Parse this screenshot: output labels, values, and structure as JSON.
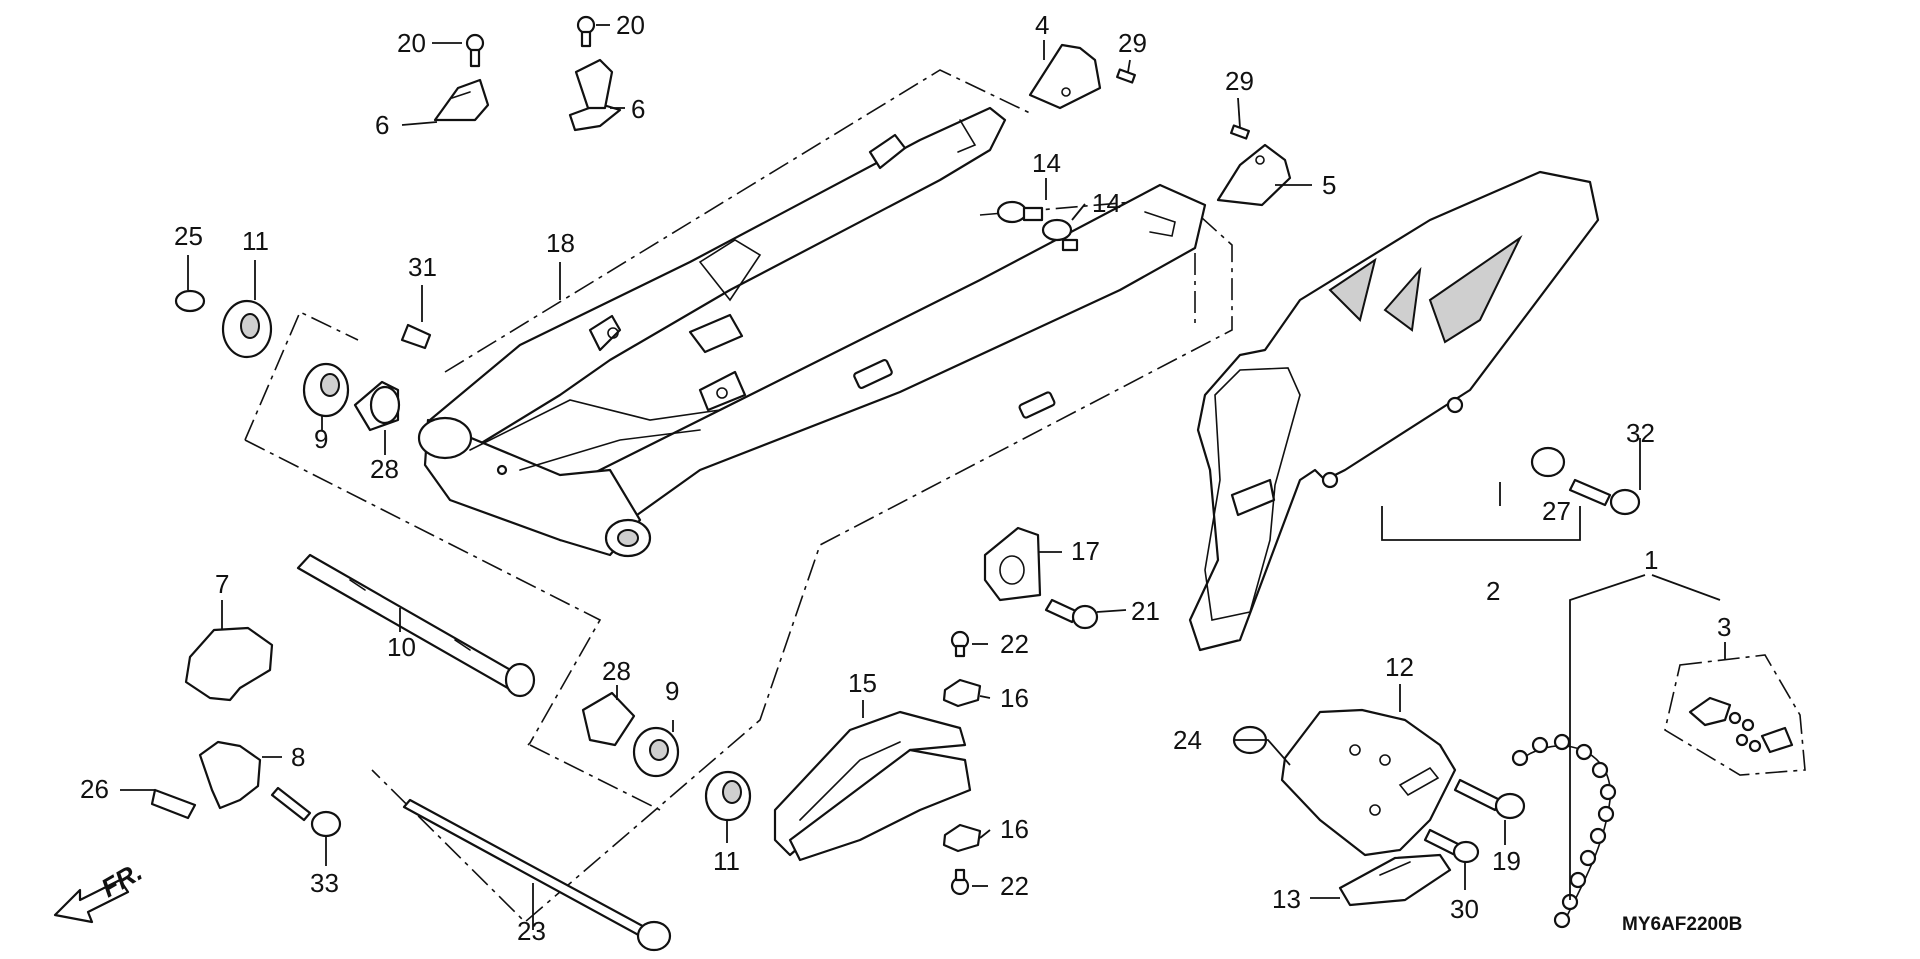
{
  "diagram": {
    "code": "MY6AF2200B",
    "front_label": "FR.",
    "callouts": {
      "c1": "1",
      "c2": "2",
      "c3": "3",
      "c4": "4",
      "c5": "5",
      "c6a": "6",
      "c6b": "6",
      "c7": "7",
      "c8": "8",
      "c9a": "9",
      "c9b": "9",
      "c10": "10",
      "c11a": "11",
      "c11b": "11",
      "c12": "12",
      "c13": "13",
      "c14a": "14",
      "c14b": "14",
      "c15": "15",
      "c16a": "16",
      "c16b": "16",
      "c17": "17",
      "c18": "18",
      "c19": "19",
      "c20a": "20",
      "c20b": "20",
      "c21": "21",
      "c22a": "22",
      "c22b": "22",
      "c23": "23",
      "c24": "24",
      "c25": "25",
      "c26": "26",
      "c27": "27",
      "c28a": "28",
      "c28b": "28",
      "c29a": "29",
      "c29b": "29",
      "c30": "30",
      "c31": "31",
      "c32": "32",
      "c33": "33"
    }
  }
}
